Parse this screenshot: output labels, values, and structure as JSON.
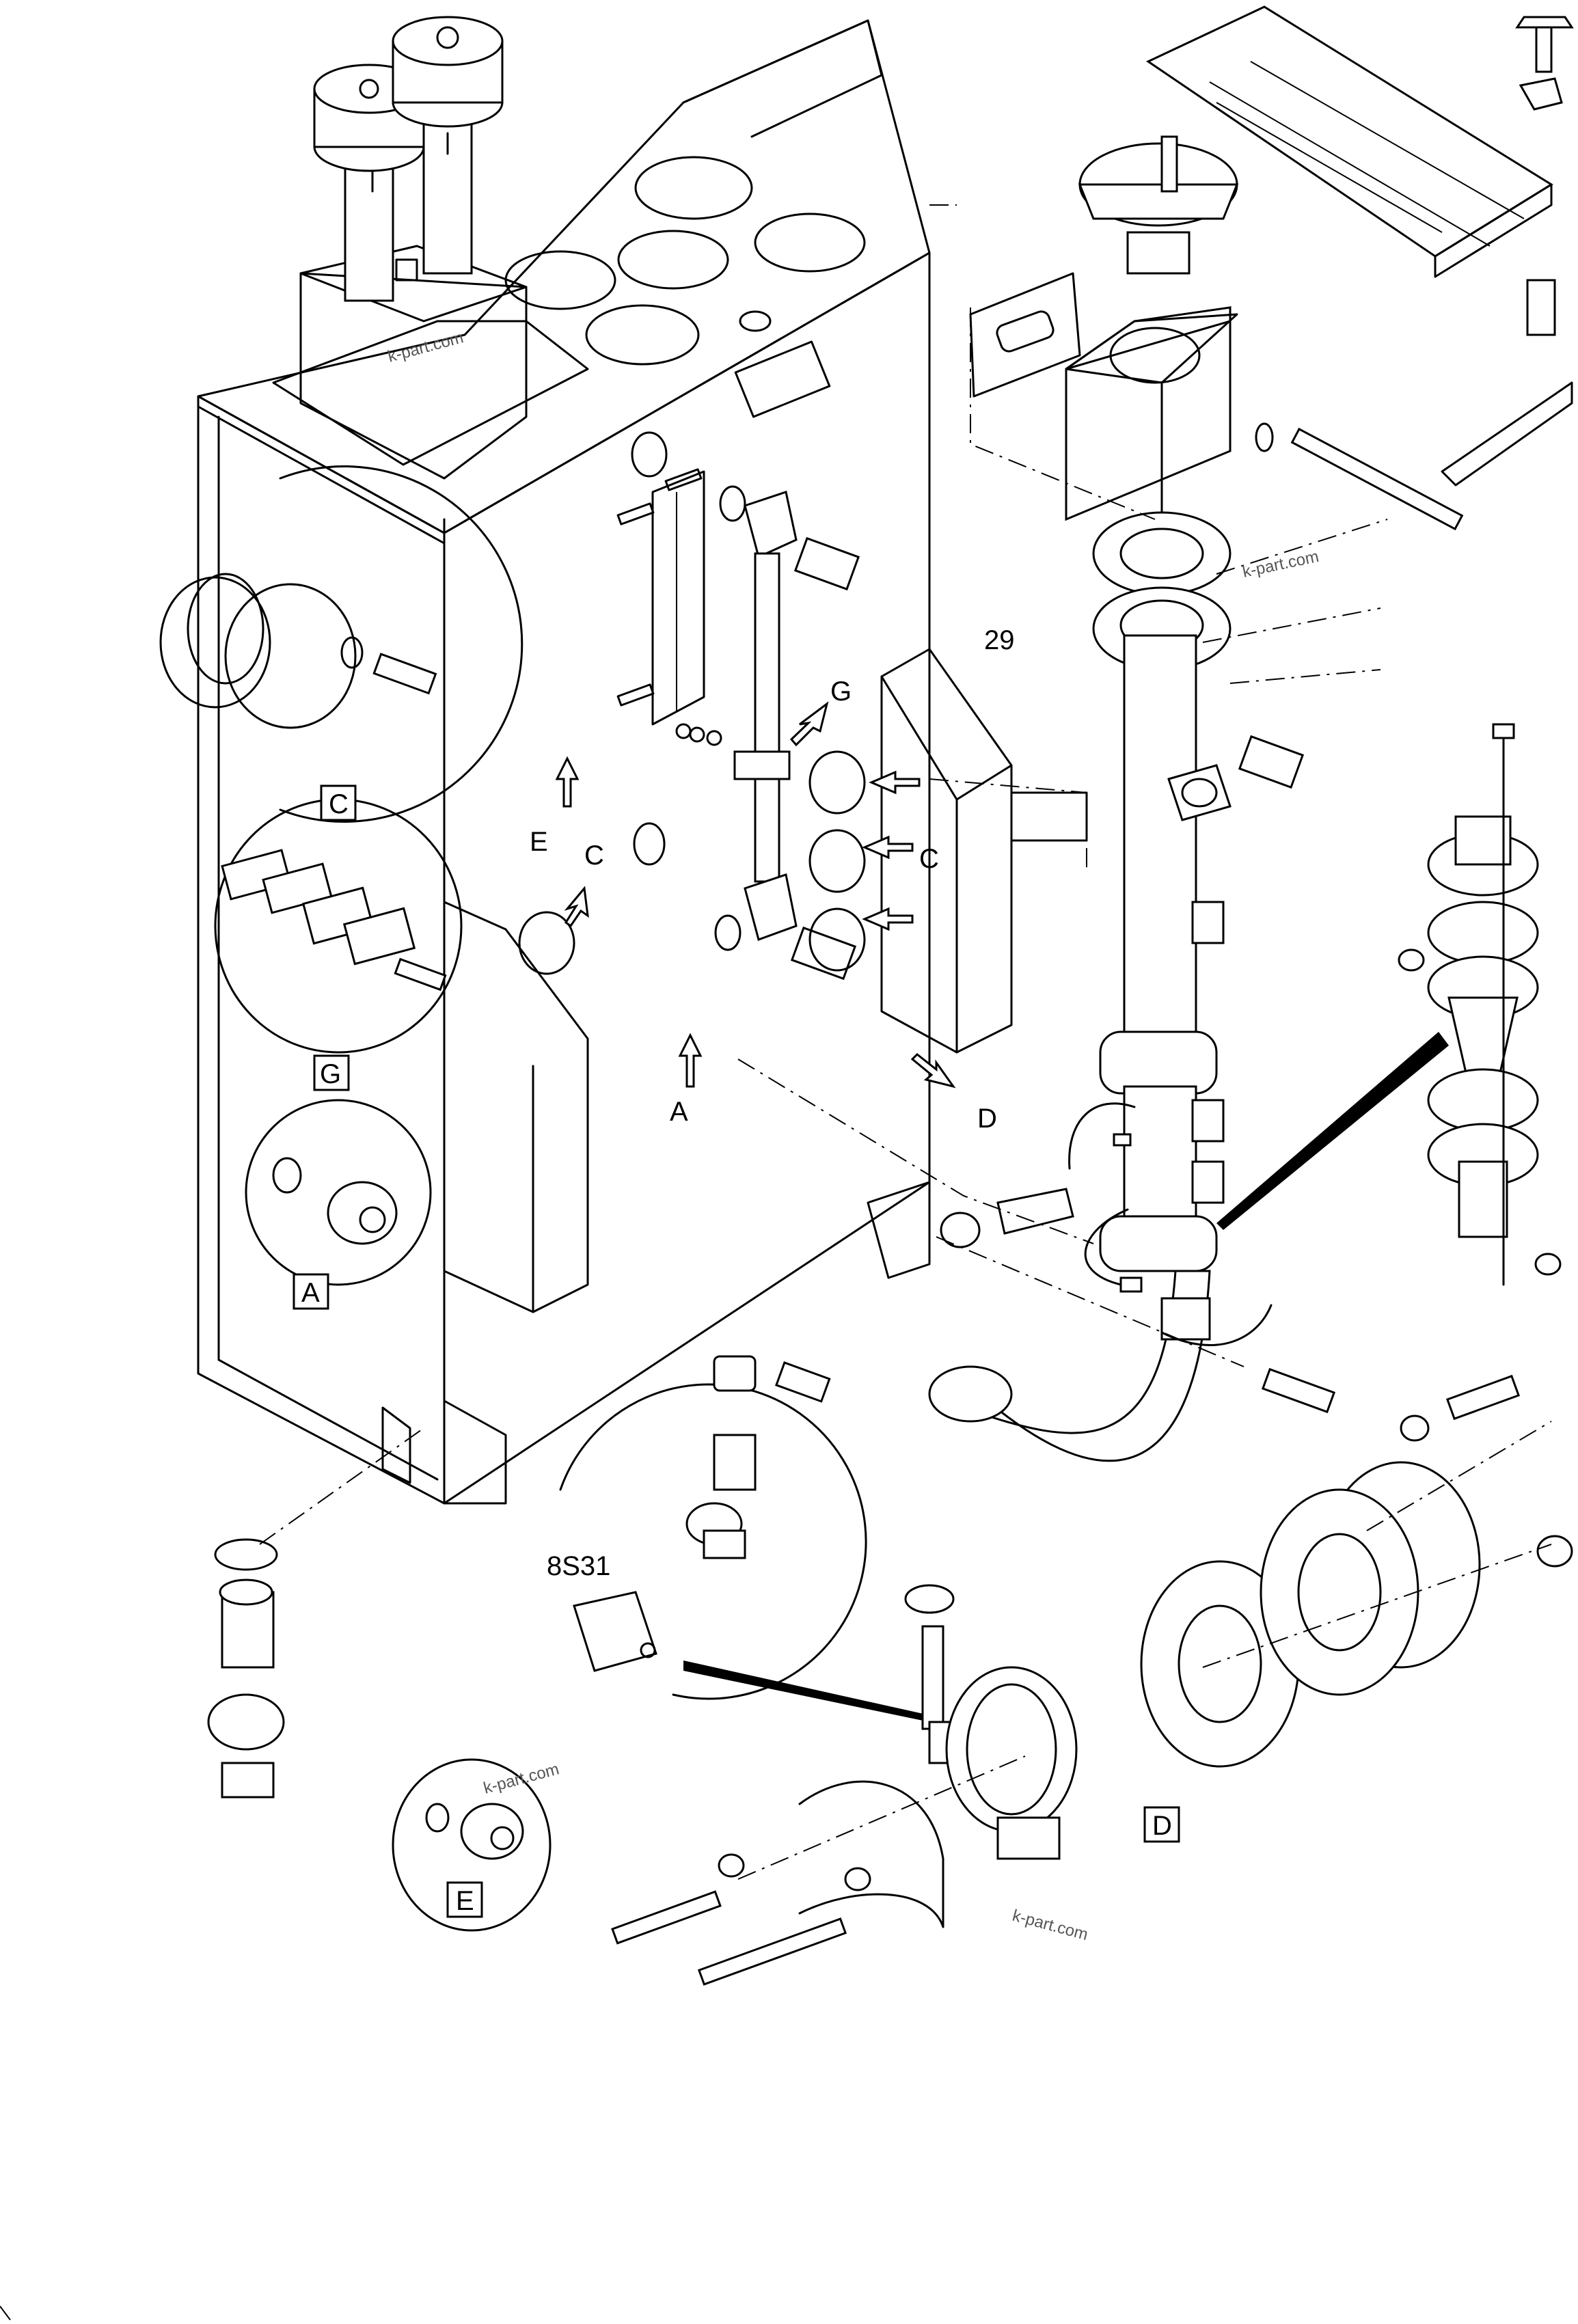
{
  "labels": {
    "number_29": "29",
    "view_C_box": "C",
    "view_G_box": "G",
    "view_A_box": "A",
    "view_E_box": "E",
    "view_D_box": "D",
    "arrow_G": "G",
    "arrow_E": "E",
    "arrow_C_left": "C",
    "arrow_C_right": "C",
    "arrow_A": "A",
    "arrow_D": "D",
    "sensor": "8S31"
  },
  "watermarks": [
    "k-part.com",
    "k-part.com",
    "k-part.com",
    "k-part.com"
  ]
}
